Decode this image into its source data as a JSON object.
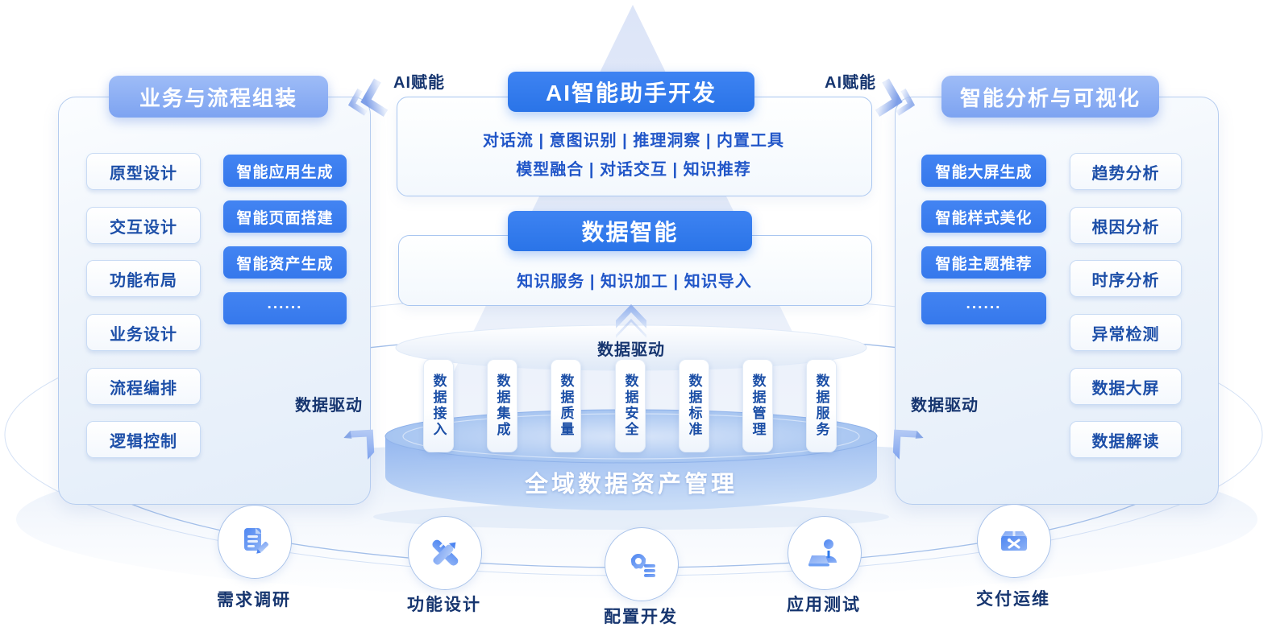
{
  "colors": {
    "primary_blue": "#2E79EB",
    "side_blue": "#3B7EF0",
    "header_light_blue": "#7DA3F1",
    "deep_text": "#16356F",
    "box_text": "#1D4FA8"
  },
  "left_panel": {
    "title": "业务与流程组装",
    "white_items": [
      "原型设计",
      "交互设计",
      "功能布局",
      "业务设计",
      "流程编排",
      "逻辑控制"
    ],
    "blue_items": [
      "智能应用生成",
      "智能页面搭建",
      "智能资产生成",
      "······"
    ]
  },
  "right_panel": {
    "title": "智能分析与可视化",
    "blue_items": [
      "智能大屏生成",
      "智能样式美化",
      "智能主题推荐",
      "······"
    ],
    "white_items": [
      "趋势分析",
      "根因分析",
      "时序分析",
      "异常检测",
      "数据大屏",
      "数据解读"
    ]
  },
  "ai_assistant": {
    "title": "AI智能助手开发",
    "row1": "对话流  |  意图识别  |  推理洞察  |  内置工具",
    "row2": "模型融合  |  对话交互  |  知识推荐"
  },
  "data_intelligence": {
    "title": "数据智能",
    "row1": "知识服务  |  知识加工  |  知识导入"
  },
  "labels": {
    "ai_empower_left": "AI赋能",
    "ai_empower_right": "AI赋能",
    "data_driven_top": "数据驱动",
    "data_driven_left": "数据驱动",
    "data_driven_right": "数据驱动"
  },
  "platform": {
    "pillars": [
      "数据接入",
      "数据集成",
      "数据质量",
      "数据安全",
      "数据标准",
      "数据管理",
      "数据服务"
    ],
    "base_title": "全域数据资产管理"
  },
  "process": {
    "steps": [
      {
        "label": "需求调研",
        "icon": "document-pencil-icon"
      },
      {
        "label": "功能设计",
        "icon": "ruler-pencil-icon"
      },
      {
        "label": "配置开发",
        "icon": "gear-config-icon"
      },
      {
        "label": "应用测试",
        "icon": "person-laptop-icon"
      },
      {
        "label": "交付运维",
        "icon": "toolbox-icon"
      }
    ]
  }
}
